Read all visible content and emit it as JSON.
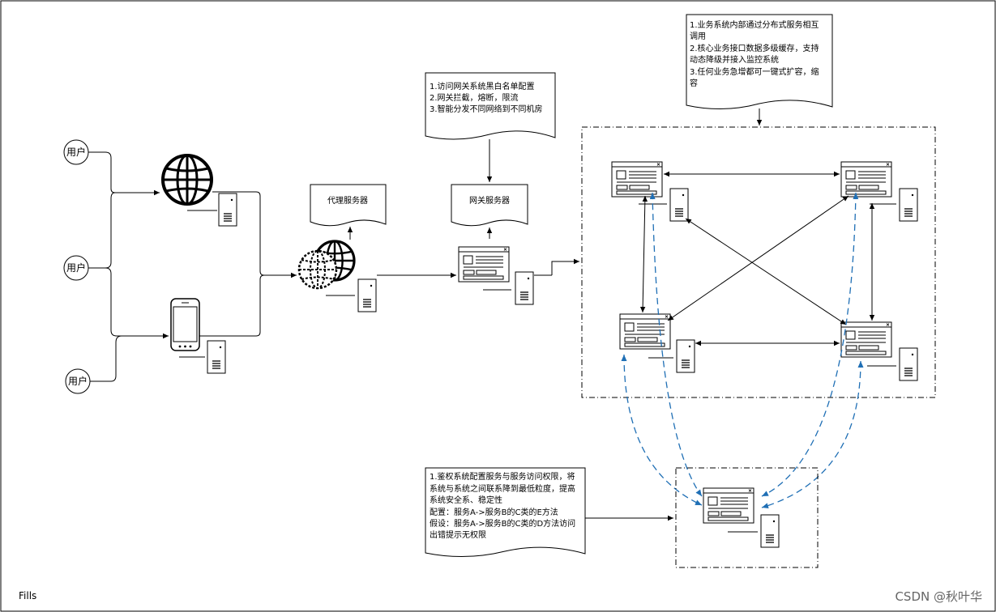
{
  "users": [
    "用户",
    "用户",
    "用户"
  ],
  "proxy": {
    "label": "代理服务器"
  },
  "gateway": {
    "label": "网关服务器"
  },
  "note_gateway": [
    "1.访问网关系统黑白名单配置",
    "2.网关拦截，熔断，限流",
    "3.智能分发不同网络到不同机房"
  ],
  "note_cluster": [
    "1.业务系统内部通过分布式服务相互",
    "调用",
    "2.核心业务接口数据多级缓存，支持",
    "动态降级并接入监控系统",
    "3.任何业务急增都可一键式扩容，缩",
    "容"
  ],
  "note_auth": [
    "1.鉴权系统配置服务与服务访问权限，将",
    "系统与系统之间联系降到最低粒度，提高",
    "系统安全系、稳定性",
    "配置：服务A->服务B的C类的E方法",
    "假设：服务A->服务B的C类的D方法访问",
    "出错提示无权限"
  ],
  "footer": {
    "label": "Fills"
  },
  "watermark": "CSDN @秋叶华",
  "colors": {
    "line": "#000000",
    "dashed_blue": "#1f6fb5"
  }
}
